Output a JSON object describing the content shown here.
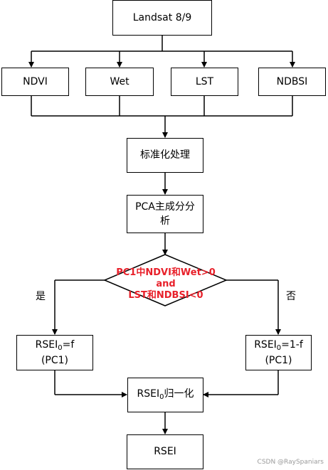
{
  "nodes": {
    "source": "Landsat 8/9",
    "indices": [
      "NDVI",
      "Wet",
      "LST",
      "NDBSI"
    ],
    "standardize": "标准化处理",
    "pca_line1": "PCA主成分分",
    "pca_line2": "析",
    "decision_line1": "PC1中NDVI和Wet>0 and",
    "decision_line2": "LST和NDBSI<0",
    "yes": "是",
    "no": "否",
    "left_result": {
      "prefix": "RSEI",
      "sub": "0",
      "suffix": "=f",
      "line2": "(PC1)"
    },
    "right_result": {
      "prefix": "RSEI",
      "sub": "0",
      "suffix": "=1-f",
      "line2": "(PC1)"
    },
    "normalize": {
      "prefix": "RSEI",
      "sub": "0",
      "suffix": "归一化"
    },
    "final": "RSEI"
  },
  "colors": {
    "decision_text": "#e8202a",
    "line": "#000000"
  },
  "watermark": "CSDN @RaySpaniars"
}
